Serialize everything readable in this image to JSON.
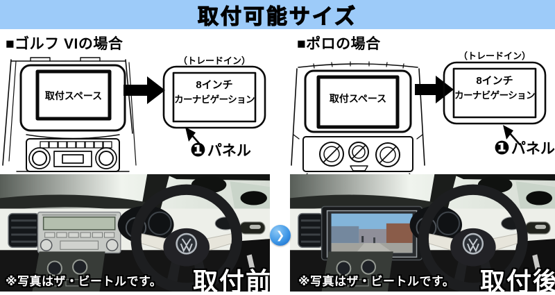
{
  "colors": {
    "header_bg": "#9dcbf9",
    "button_blue": "#2f8be0",
    "line_art": "#0a0a0a"
  },
  "header": {
    "title": "取付可能サイズ"
  },
  "diagrams": [
    {
      "id": "golf",
      "heading": "■ゴルフ VIの場合",
      "space_label": "取付スペース",
      "tradein_label": "（トレードイン）",
      "nav_line1": "8インチ",
      "nav_line2": "カーナビゲーション",
      "panel_marker": "❶",
      "panel_label": "パネル"
    },
    {
      "id": "polo",
      "heading": "■ポロの場合",
      "space_label": "取付スペース",
      "tradein_label": "（トレードイン）",
      "nav_line1": "8インチ",
      "nav_line2": "カーナビゲーション",
      "panel_marker": "❶",
      "panel_label": "パネル"
    }
  ],
  "photos": [
    {
      "id": "before",
      "caption": "※写真はザ・ビートルです。",
      "label": "取付前"
    },
    {
      "id": "after",
      "caption": "※写真はザ・ビートルです。",
      "label": "取付後"
    }
  ],
  "divider": {
    "chevron": "❯"
  }
}
